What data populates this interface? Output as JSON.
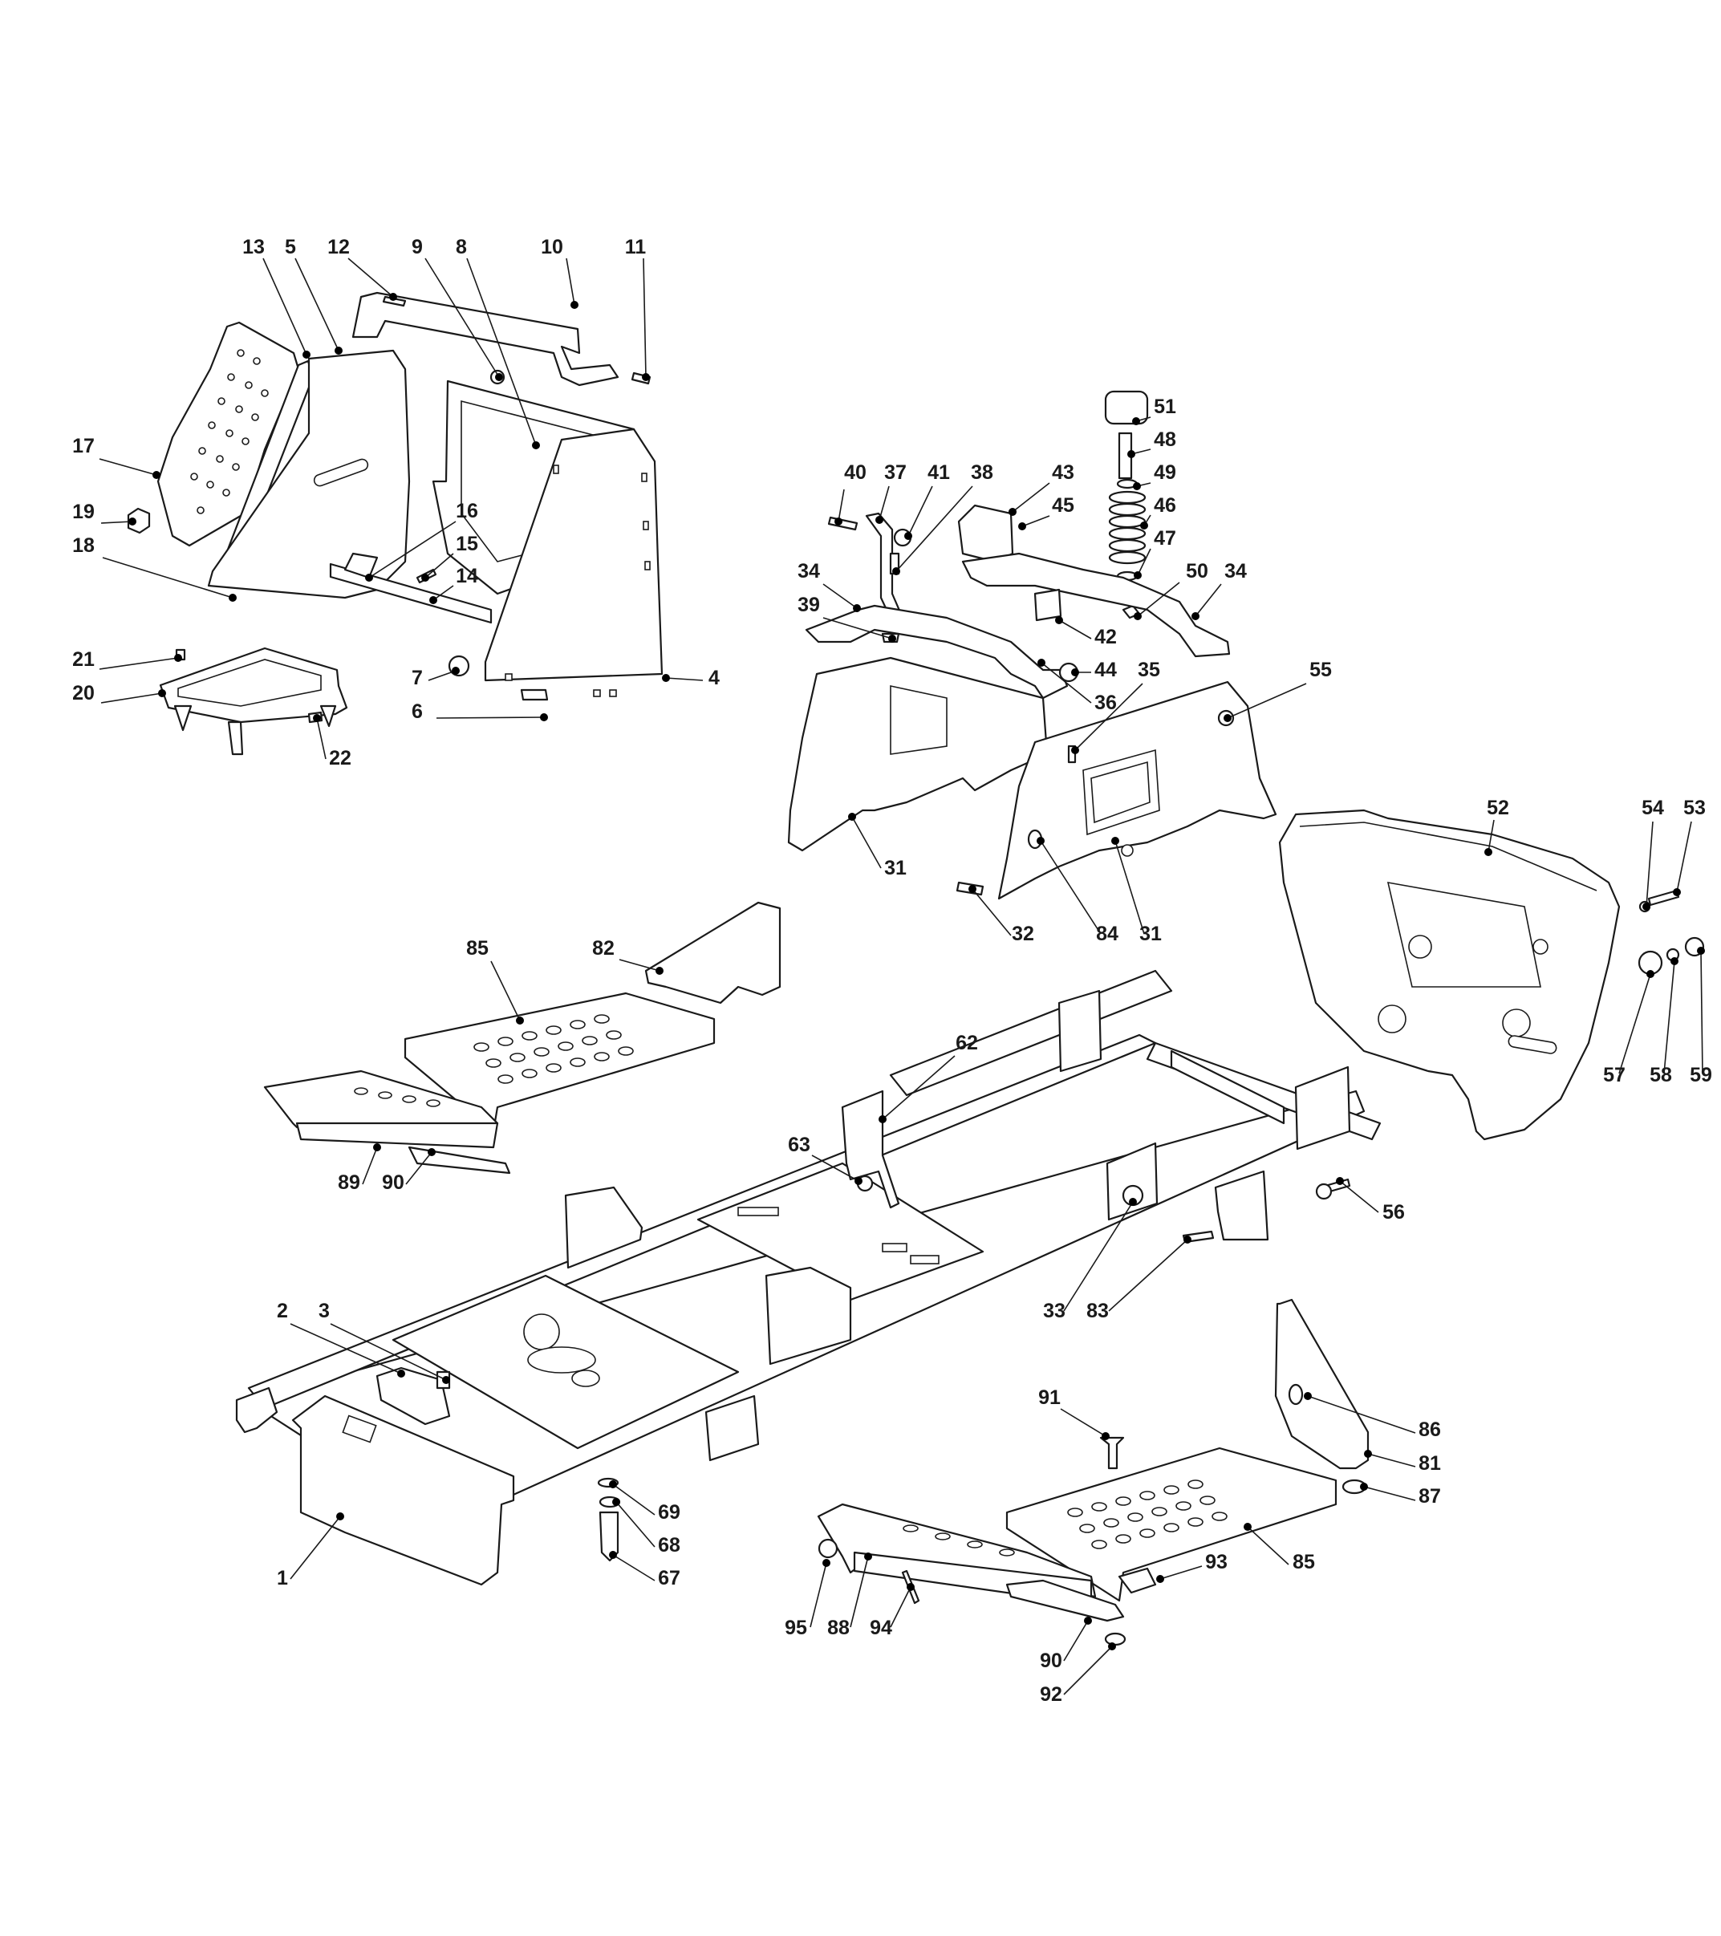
{
  "callouts": [
    {
      "label": "13"
    },
    {
      "label": "5"
    },
    {
      "label": "12"
    },
    {
      "label": "9"
    },
    {
      "label": "8"
    },
    {
      "label": "10"
    },
    {
      "label": "11"
    },
    {
      "label": "17"
    },
    {
      "label": "19"
    },
    {
      "label": "18"
    },
    {
      "label": "16"
    },
    {
      "label": "15"
    },
    {
      "label": "14"
    },
    {
      "label": "21"
    },
    {
      "label": "20"
    },
    {
      "label": "22"
    },
    {
      "label": "7"
    },
    {
      "label": "6"
    },
    {
      "label": "4"
    },
    {
      "label": "51"
    },
    {
      "label": "48"
    },
    {
      "label": "49"
    },
    {
      "label": "46"
    },
    {
      "label": "47"
    },
    {
      "label": "50"
    },
    {
      "label": "34"
    },
    {
      "label": "40"
    },
    {
      "label": "37"
    },
    {
      "label": "41"
    },
    {
      "label": "38"
    },
    {
      "label": "43"
    },
    {
      "label": "45"
    },
    {
      "label": "34"
    },
    {
      "label": "39"
    },
    {
      "label": "42"
    },
    {
      "label": "44"
    },
    {
      "label": "35"
    },
    {
      "label": "36"
    },
    {
      "label": "55"
    },
    {
      "label": "31"
    },
    {
      "label": "32"
    },
    {
      "label": "84"
    },
    {
      "label": "31"
    },
    {
      "label": "52"
    },
    {
      "label": "54"
    },
    {
      "label": "53"
    },
    {
      "label": "57"
    },
    {
      "label": "58"
    },
    {
      "label": "59"
    },
    {
      "label": "56"
    },
    {
      "label": "85"
    },
    {
      "label": "82"
    },
    {
      "label": "62"
    },
    {
      "label": "63"
    },
    {
      "label": "89"
    },
    {
      "label": "90"
    },
    {
      "label": "33"
    },
    {
      "label": "83"
    },
    {
      "label": "2"
    },
    {
      "label": "3"
    },
    {
      "label": "69"
    },
    {
      "label": "68"
    },
    {
      "label": "67"
    },
    {
      "label": "1"
    },
    {
      "label": "91"
    },
    {
      "label": "86"
    },
    {
      "label": "81"
    },
    {
      "label": "87"
    },
    {
      "label": "93"
    },
    {
      "label": "85"
    },
    {
      "label": "95"
    },
    {
      "label": "88"
    },
    {
      "label": "94"
    },
    {
      "label": "90"
    },
    {
      "label": "92"
    }
  ]
}
